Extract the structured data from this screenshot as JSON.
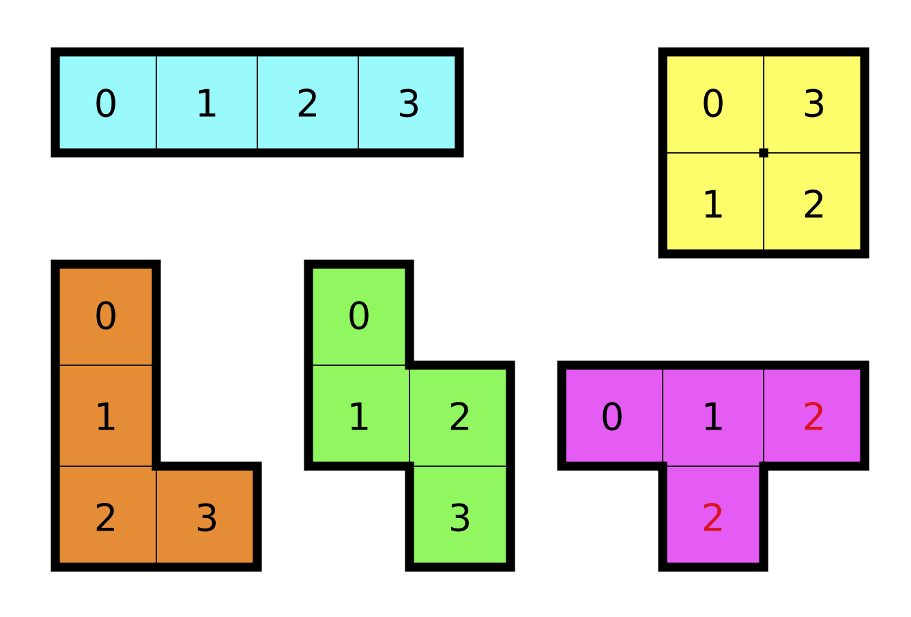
{
  "pieces": [
    {
      "id": "i-piece",
      "shape": "I",
      "fill": "#99f9fb",
      "cells": [
        {
          "col": 0,
          "row": 0,
          "label": "0",
          "color": "#000000"
        },
        {
          "col": 1,
          "row": 0,
          "label": "1",
          "color": "#000000"
        },
        {
          "col": 2,
          "row": 0,
          "label": "2",
          "color": "#000000"
        },
        {
          "col": 3,
          "row": 0,
          "label": "3",
          "color": "#000000"
        }
      ]
    },
    {
      "id": "o-piece",
      "shape": "O",
      "fill": "#fdfd6c",
      "cells": [
        {
          "col": 0,
          "row": 0,
          "label": "0",
          "color": "#000000"
        },
        {
          "col": 1,
          "row": 0,
          "label": "3",
          "color": "#000000"
        },
        {
          "col": 0,
          "row": 1,
          "label": "1",
          "color": "#000000"
        },
        {
          "col": 1,
          "row": 1,
          "label": "2",
          "color": "#000000"
        }
      ]
    },
    {
      "id": "l-piece",
      "shape": "L",
      "fill": "#e58d36",
      "cells": [
        {
          "col": 0,
          "row": 0,
          "label": "0",
          "color": "#000000"
        },
        {
          "col": 0,
          "row": 1,
          "label": "1",
          "color": "#000000"
        },
        {
          "col": 0,
          "row": 2,
          "label": "2",
          "color": "#000000"
        },
        {
          "col": 1,
          "row": 2,
          "label": "3",
          "color": "#000000"
        }
      ]
    },
    {
      "id": "s-piece",
      "shape": "S",
      "fill": "#91f760",
      "cells": [
        {
          "col": 0,
          "row": 0,
          "label": "0",
          "color": "#000000"
        },
        {
          "col": 0,
          "row": 1,
          "label": "1",
          "color": "#000000"
        },
        {
          "col": 1,
          "row": 1,
          "label": "2",
          "color": "#000000"
        },
        {
          "col": 1,
          "row": 2,
          "label": "3",
          "color": "#000000"
        }
      ]
    },
    {
      "id": "t-piece",
      "shape": "T",
      "fill": "#e45cf3",
      "cells": [
        {
          "col": 0,
          "row": 0,
          "label": "0",
          "color": "#000000"
        },
        {
          "col": 1,
          "row": 0,
          "label": "1",
          "color": "#000000"
        },
        {
          "col": 2,
          "row": 0,
          "label": "2",
          "color": "#d8141c"
        },
        {
          "col": 1,
          "row": 1,
          "label": "2",
          "color": "#d8141c"
        }
      ]
    }
  ]
}
